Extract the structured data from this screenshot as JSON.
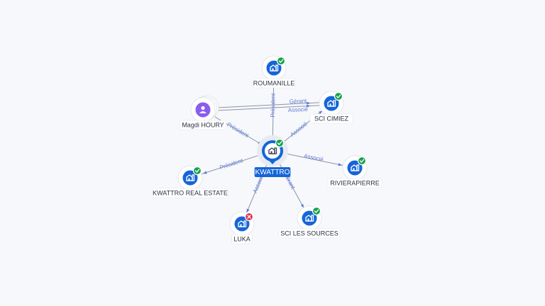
{
  "colors": {
    "company": "#1565d8",
    "person": "#8a5cf0",
    "active_badge": "#18a24b",
    "inactive_badge": "#e0304a",
    "edge": "#8a93a6",
    "edge_label": "#5b78d6"
  },
  "center": {
    "label": "KWATTRO",
    "icon": "building-icon",
    "status": "active"
  },
  "nodes": [
    {
      "id": "roumanille",
      "label": "ROUMANILLE",
      "kind": "company",
      "icon": "building-icon",
      "status": "active"
    },
    {
      "id": "sci-cimiez",
      "label": "SCI CIMIEZ",
      "kind": "company",
      "icon": "building-icon",
      "status": "active"
    },
    {
      "id": "magdi",
      "label": "Magdi HOURY",
      "kind": "person",
      "icon": "person-icon",
      "status": ""
    },
    {
      "id": "rivierapierre",
      "label": "RIVIERAPIERRE",
      "kind": "company",
      "icon": "building-icon",
      "status": "active"
    },
    {
      "id": "kwattro-re",
      "label": "KWATTRO REAL ESTATE",
      "kind": "company",
      "icon": "building-icon",
      "status": "active"
    },
    {
      "id": "luka",
      "label": "LUKA",
      "kind": "company",
      "icon": "building-icon",
      "status": "inactive"
    },
    {
      "id": "sci-sources",
      "label": "SCI LES SOURCES",
      "kind": "company",
      "icon": "building-icon",
      "status": "active"
    }
  ],
  "edges": [
    {
      "from": "center",
      "to": "roumanille",
      "label": "Président"
    },
    {
      "from": "center",
      "to": "sci-cimiez",
      "label": "Associé"
    },
    {
      "from": "center",
      "to": "rivierapierre",
      "label": "Associé"
    },
    {
      "from": "center",
      "to": "sci-sources",
      "label": "Gérant"
    },
    {
      "from": "center",
      "to": "luka",
      "label": "Associé"
    },
    {
      "from": "center",
      "to": "kwattro-re",
      "label": "Président"
    },
    {
      "from": "magdi",
      "to": "center",
      "label": "Président"
    },
    {
      "from": "magdi",
      "to": "sci-cimiez",
      "label": "Gérant"
    },
    {
      "from": "magdi",
      "to": "sci-cimiez",
      "label": "Associé"
    }
  ]
}
